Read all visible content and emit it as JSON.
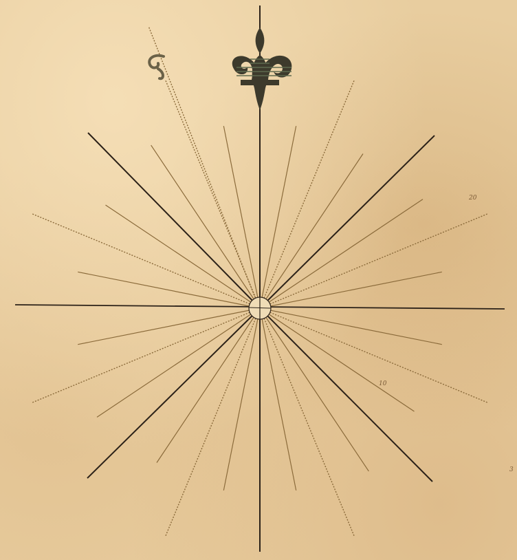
{
  "map": {
    "feature": "compass-rose",
    "north_marker_icon": "fleur-de-lis-icon",
    "colors": {
      "paper": "#e8cd9f",
      "ink_dark": "#2b2118",
      "ink_brown": "#8a6a3a",
      "fleur_dark": "#3d3a2c",
      "fleur_green": "#5f6a4e"
    },
    "margin_labels": {
      "upper_right": "20",
      "right_middle": "10",
      "lower_right_edge": "3"
    },
    "directions": {
      "principal_points": 4,
      "intercardinal_points": 4,
      "total_rays": 32
    }
  }
}
